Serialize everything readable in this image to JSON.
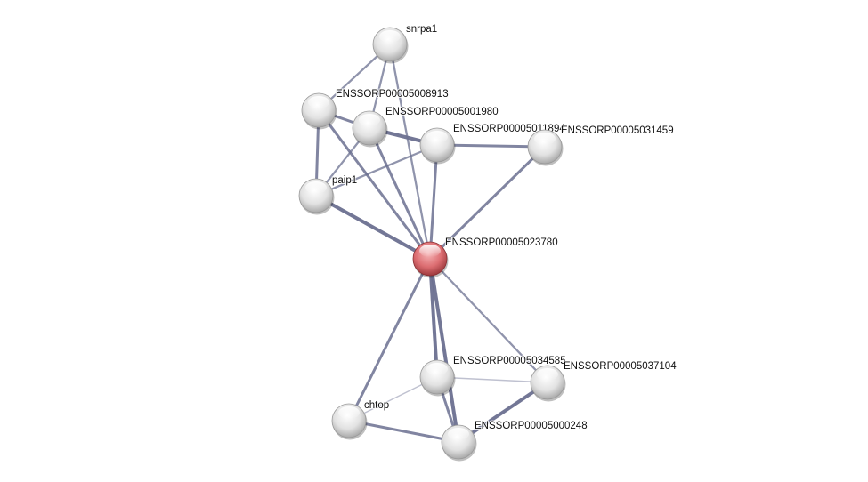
{
  "network": {
    "nodes": [
      {
        "id": "snrpa1",
        "label": "snrpa1",
        "query": false
      },
      {
        "id": "n8913",
        "label": "ENSSORP00005008913",
        "query": false
      },
      {
        "id": "n1980",
        "label": "ENSSORP00005001980",
        "query": false
      },
      {
        "id": "n11894",
        "label": "ENSSORP00005011894",
        "query": false
      },
      {
        "id": "n31459",
        "label": "ENSSORP00005031459",
        "query": false
      },
      {
        "id": "paip1",
        "label": "paip1",
        "query": false
      },
      {
        "id": "n23780",
        "label": "ENSSORP00005023780",
        "query": true
      },
      {
        "id": "n34585",
        "label": "ENSSORP00005034585",
        "query": false
      },
      {
        "id": "n37104",
        "label": "ENSSORP00005037104",
        "query": false
      },
      {
        "id": "chtop",
        "label": "chtop",
        "query": false
      },
      {
        "id": "n0248",
        "label": "ENSSORP00005000248",
        "query": false
      }
    ],
    "edges": [
      [
        "snrpa1",
        "n8913",
        1
      ],
      [
        "snrpa1",
        "n1980",
        1
      ],
      [
        "snrpa1",
        "n23780",
        1
      ],
      [
        "n8913",
        "n1980",
        2
      ],
      [
        "n8913",
        "paip1",
        2
      ],
      [
        "n8913",
        "n23780",
        2
      ],
      [
        "n1980",
        "n11894",
        3
      ],
      [
        "n1980",
        "paip1",
        1
      ],
      [
        "n1980",
        "n23780",
        2
      ],
      [
        "n11894",
        "n31459",
        2
      ],
      [
        "n11894",
        "paip1",
        1
      ],
      [
        "n11894",
        "n23780",
        2
      ],
      [
        "n31459",
        "n23780",
        2
      ],
      [
        "paip1",
        "n23780",
        3
      ],
      [
        "n23780",
        "n34585",
        3
      ],
      [
        "n23780",
        "n0248",
        3
      ],
      [
        "n23780",
        "n37104",
        1
      ],
      [
        "n23780",
        "chtop",
        2
      ],
      [
        "n34585",
        "n37104",
        0
      ],
      [
        "n34585",
        "chtop",
        0
      ],
      [
        "n34585",
        "n0248",
        2
      ],
      [
        "n37104",
        "n0248",
        3
      ],
      [
        "chtop",
        "n0248",
        2
      ]
    ],
    "colors": {
      "node": "#e0e0e0",
      "query_node": "#d9686c",
      "edge": "#6b7090",
      "edge_light": "#b8bacb"
    }
  }
}
